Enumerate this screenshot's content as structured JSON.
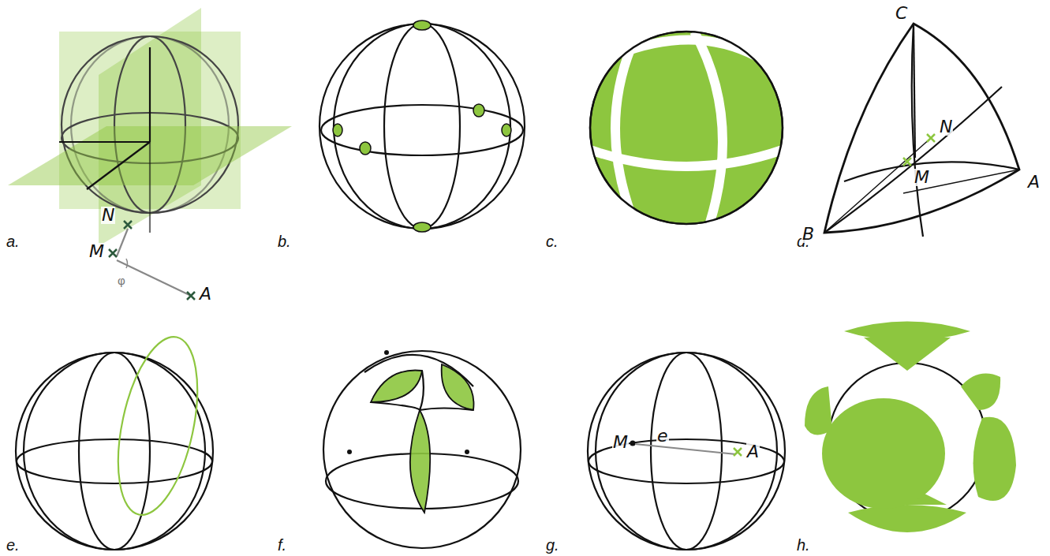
{
  "diagram": {
    "labels": [
      "a.",
      "b.",
      "c.",
      "d.",
      "e.",
      "f.",
      "g.",
      "h.",
      "C",
      "N",
      "M",
      "A",
      "B",
      "N",
      "M",
      "φ",
      "A",
      "M",
      "e",
      "A"
    ]
  }
}
